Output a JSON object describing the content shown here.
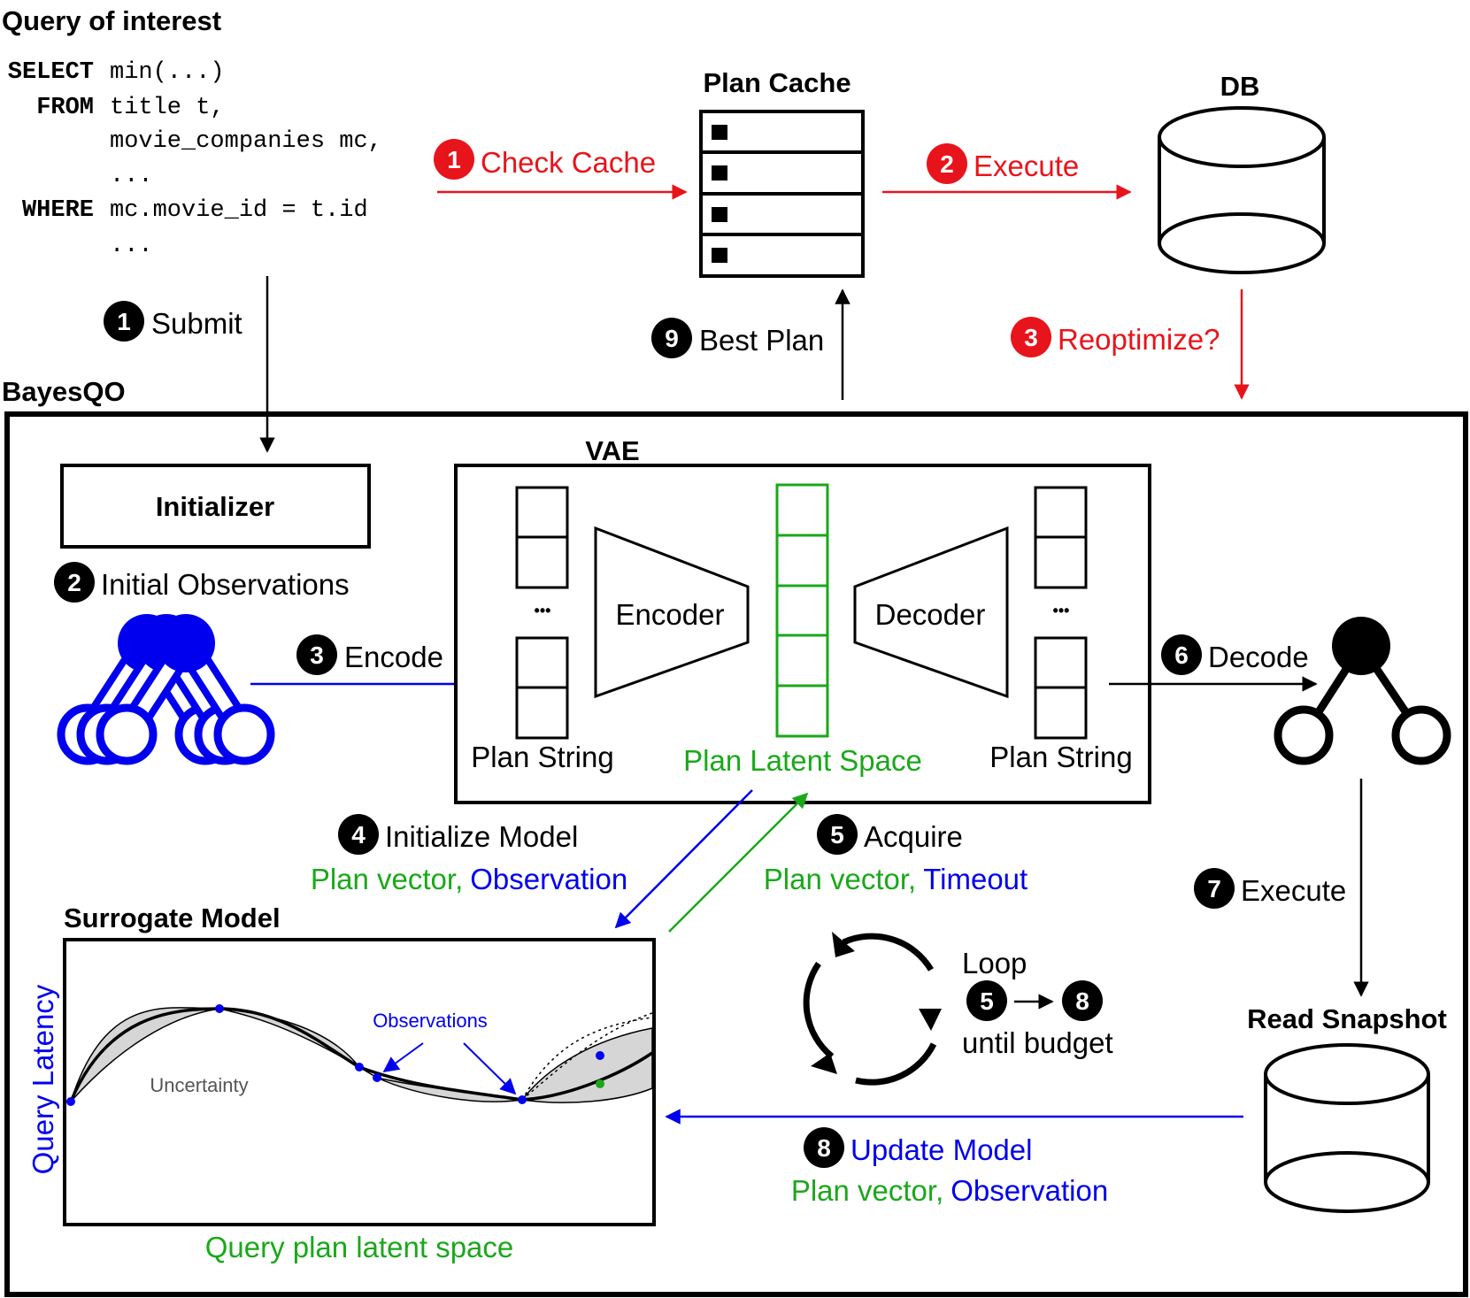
{
  "query": {
    "title": "Query of interest",
    "lines": [
      {
        "kw": "SELECT",
        "text": "min(...)"
      },
      {
        "kw": "FROM",
        "text": "title t,"
      },
      {
        "kw": "",
        "text": "movie_companies mc,"
      },
      {
        "kw": "",
        "text": "..."
      },
      {
        "kw": "WHERE",
        "text": "mc.movie_id = t.id"
      },
      {
        "kw": "",
        "text": "..."
      }
    ]
  },
  "top": {
    "plan_cache": "Plan Cache",
    "db": "DB",
    "steps": [
      {
        "num": "1",
        "label": "Check Cache"
      },
      {
        "num": "2",
        "label": "Execute"
      },
      {
        "num": "3",
        "label": "Reoptimize?"
      },
      {
        "num": "1",
        "label": "Submit"
      },
      {
        "num": "9",
        "label": "Best Plan"
      }
    ]
  },
  "bayesqo": {
    "title": "BayesQO",
    "initializer": "Initializer",
    "initial_obs": {
      "num": "2",
      "label": "Initial Observations"
    },
    "encode": {
      "num": "3",
      "label": "Encode"
    },
    "decode": {
      "num": "6",
      "label": "Decode"
    },
    "vae": {
      "title": "VAE",
      "encoder": "Encoder",
      "decoder": "Decoder",
      "ellipsis": "•••",
      "plan_string": "Plan String",
      "latent": "Plan Latent Space"
    },
    "init_model": {
      "num": "4",
      "label": "Initialize Model",
      "sub_green": "Plan vector,",
      "sub_blue": "Observation"
    },
    "acquire": {
      "num": "5",
      "label": "Acquire",
      "sub_green": "Plan vector,",
      "sub_blue": "Timeout"
    },
    "execute": {
      "num": "7",
      "label": "Execute"
    },
    "loop": {
      "label": "Loop",
      "from": "5",
      "to": "8",
      "until": "until budget"
    },
    "surrogate": {
      "title": "Surrogate Model",
      "ylabel": "Query Latency",
      "xlabel": "Query plan latent space",
      "observations": "Observations",
      "uncertainty": "Uncertainty"
    },
    "read_snapshot": "Read Snapshot",
    "update_model": {
      "num": "8",
      "label": "Update Model",
      "sub_green": "Plan vector,",
      "sub_blue": "Observation"
    }
  },
  "colors": {
    "red": "#e8141b",
    "blue": "#0000ee",
    "green": "#1aa81a",
    "black": "#000000",
    "gray": "#d6d6d6"
  }
}
